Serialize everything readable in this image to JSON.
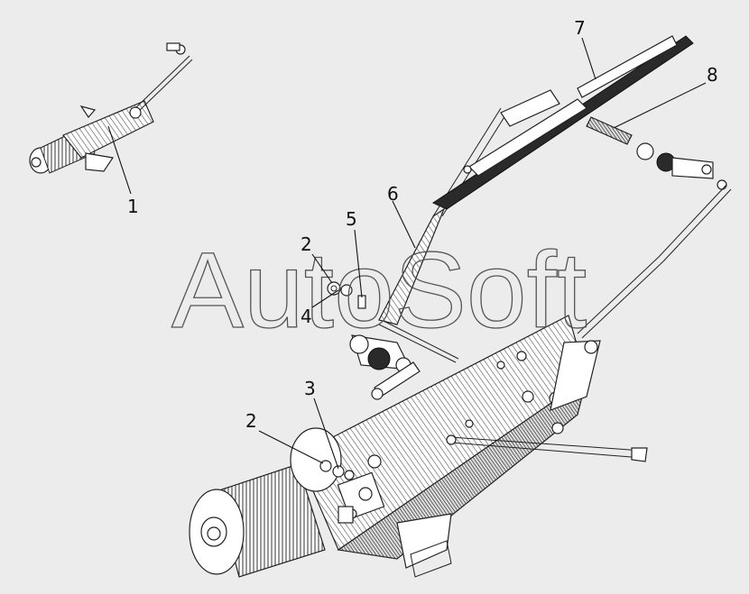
{
  "watermark": "AutoSoft",
  "callouts": [
    {
      "id": "1",
      "text": "1"
    },
    {
      "id": "2a",
      "text": "2"
    },
    {
      "id": "2b",
      "text": "2"
    },
    {
      "id": "3",
      "text": "3"
    },
    {
      "id": "4",
      "text": "4"
    },
    {
      "id": "5",
      "text": "5"
    },
    {
      "id": "6",
      "text": "6"
    },
    {
      "id": "7",
      "text": "7"
    },
    {
      "id": "8",
      "text": "8"
    }
  ]
}
